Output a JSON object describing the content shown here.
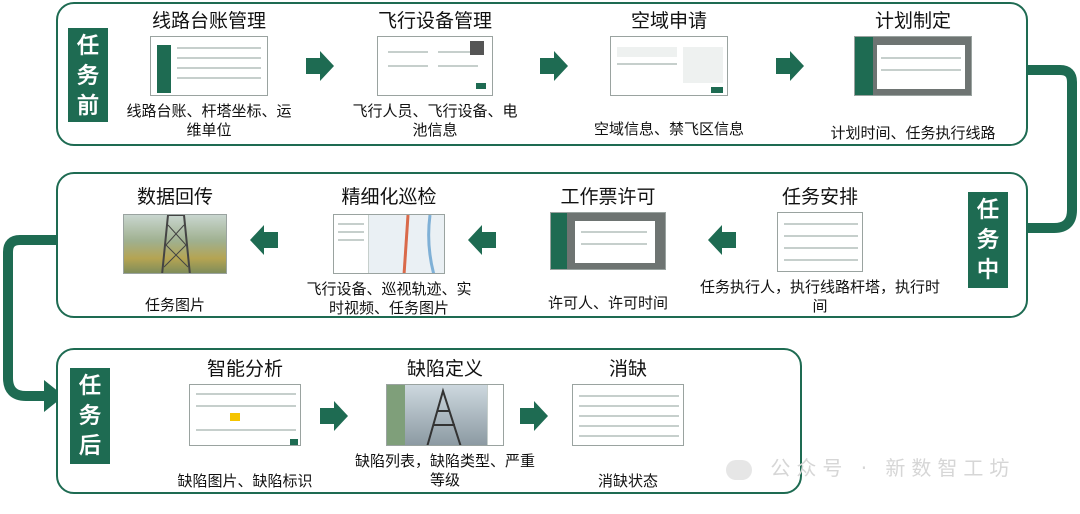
{
  "phases": {
    "before": "任\n务\n前",
    "during": "任\n务\n中",
    "after": "任\n务\n后"
  },
  "row1": [
    {
      "title": "线路台账管理",
      "desc": "线路台账、杆塔坐标、运维单位"
    },
    {
      "title": "飞行设备管理",
      "desc": "飞行人员、飞行设备、电池信息"
    },
    {
      "title": "空域申请",
      "desc": "空域信息、禁飞区信息"
    },
    {
      "title": "计划制定",
      "desc": "计划时间、任务执行线路"
    }
  ],
  "row2": [
    {
      "title": "数据回传",
      "desc": "任务图片"
    },
    {
      "title": "精细化巡检",
      "desc": "飞行设备、巡视轨迹、实时视频、任务图片"
    },
    {
      "title": "工作票许可",
      "desc": "许可人、许可时间"
    },
    {
      "title": "任务安排",
      "desc": "任务执行人，执行线路杆塔，执行时间"
    }
  ],
  "row3": [
    {
      "title": "智能分析",
      "desc": "缺陷图片、缺陷标识"
    },
    {
      "title": "缺陷定义",
      "desc": "缺陷列表，缺陷类型、严重等级"
    },
    {
      "title": "消缺",
      "desc": "消缺状态"
    }
  ],
  "watermark": "公众号 · 新数智工坊",
  "colors": {
    "accent": "#1e6b52",
    "panel_border": "#1e6b52"
  }
}
